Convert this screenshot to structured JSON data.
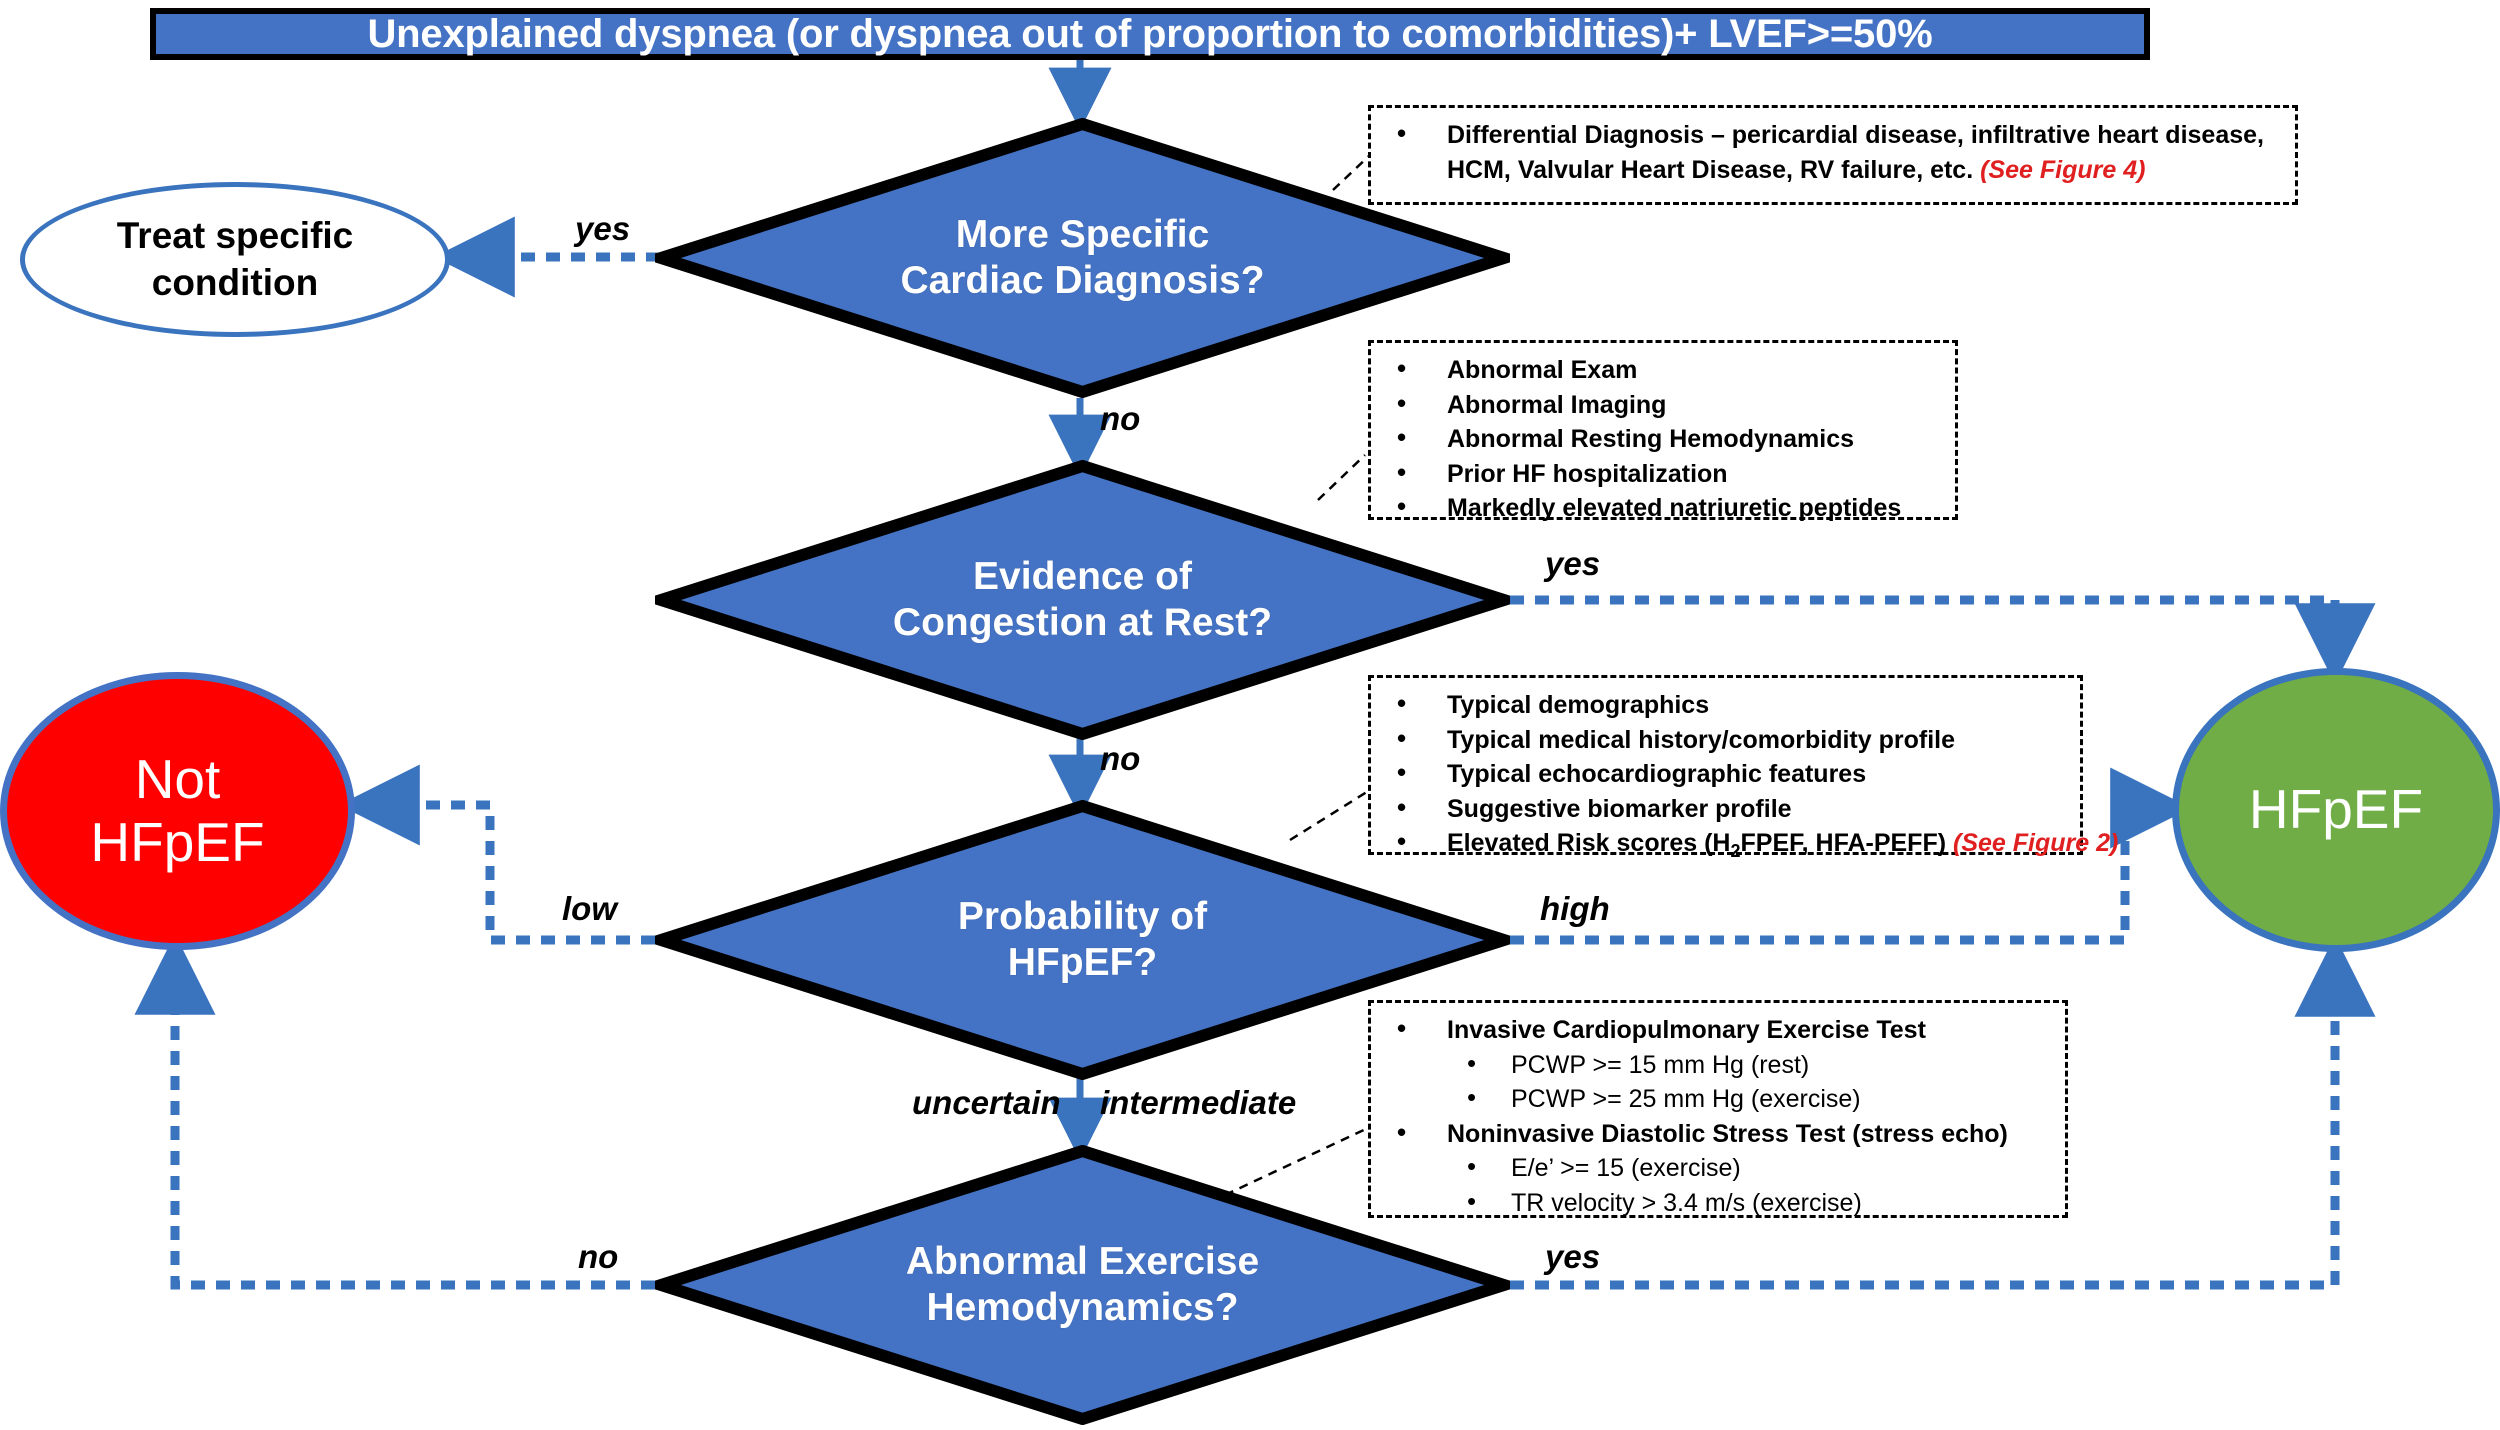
{
  "title_banner": {
    "text": "Unexplained dyspnea (or dyspnea out of proportion to comorbidities)+ LVEF>=50%"
  },
  "decisions": [
    {
      "id": "more-specific-cardiac-diagnosis",
      "line1": "More Specific",
      "line2": "Cardiac Diagnosis?"
    },
    {
      "id": "evidence-of-congestion-at-rest",
      "line1": "Evidence of",
      "line2": "Congestion at Rest?"
    },
    {
      "id": "probability-of-hfpef",
      "line1": "Probability of",
      "line2": "HFpEF?"
    },
    {
      "id": "abnormal-exercise-hemodynamics",
      "line1": "Abnormal Exercise",
      "line2": "Hemodynamics?"
    }
  ],
  "terminals": {
    "treat_specific": {
      "line1": "Treat specific",
      "line2": "condition"
    },
    "not_hfpef": {
      "line1": "Not",
      "line2": "HFpEF"
    },
    "hfpef": {
      "line1": "HFpEF"
    }
  },
  "edge_labels": {
    "yes_specific": "yes",
    "no_specific": "no",
    "yes_congestion": "yes",
    "no_congestion": "no",
    "low_probability": "low",
    "high_probability": "high",
    "uncertain": "uncertain",
    "intermediate": "intermediate",
    "no_exercise": "no",
    "yes_exercise": "yes"
  },
  "callouts": {
    "differential": {
      "lines": [
        "Differential Diagnosis – pericardial disease, infiltrative heart disease,",
        "HCM, Valvular Heart Disease, RV failure, etc."
      ],
      "see_figure": "(See Figure 4)"
    },
    "congestion": {
      "items": [
        "Abnormal Exam",
        "Abnormal Imaging",
        "Abnormal Resting Hemodynamics",
        "Prior HF hospitalization",
        "Markedly elevated natriuretic peptides"
      ]
    },
    "probability": {
      "items": [
        "Typical demographics",
        "Typical medical history/comorbidity profile",
        "Typical echocardiographic features",
        "Suggestive biomarker profile"
      ],
      "last_item_prefix": "Elevated Risk scores (H",
      "last_item_sub": "2",
      "last_item_suffix": "FPEF, HFA-PEFF)",
      "see_figure": "(See Figure 2)"
    },
    "exercise": {
      "item1": "Invasive Cardiopulmonary Exercise Test",
      "item1_subs": [
        "PCWP >= 15 mm Hg (rest)",
        "PCWP >= 25 mm Hg (exercise)"
      ],
      "item2": "Noninvasive Diastolic Stress Test (stress echo)",
      "item2_subs": [
        "E/e’ >= 15 (exercise)",
        "TR velocity > 3.4 m/s (exercise)"
      ]
    }
  },
  "colors": {
    "process_blue": "#4472C4",
    "connector_blue": "#3A73BE",
    "not_hfpef_red": "#FF0000",
    "hfpef_green": "#70AD47",
    "see_figure_red": "#E02020",
    "outline_black": "#000000"
  }
}
